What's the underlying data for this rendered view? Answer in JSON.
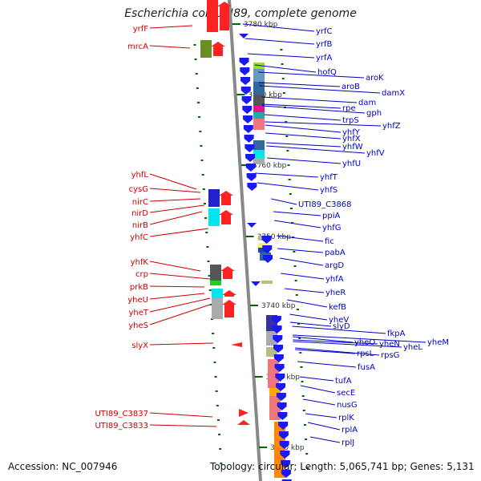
{
  "title": "Escherichia coli UTI89, complete genome",
  "footer": {
    "accession": "Accession: NC_007946",
    "summary": "Topology: circular; Length: 5,065,741 bp; Genes: 5,131"
  },
  "colors": {
    "left_label": "#cc0000",
    "right_label": "#0000cc",
    "tick": "#006600",
    "backbone": "#888888"
  },
  "scale_labels": [
    "3780 kbp",
    "3770 kbp",
    "3760 kbp",
    "3750 kbp",
    "3740 kbp",
    "3730 kbp",
    "3720 kbp"
  ],
  "left_genes": [
    "yrfF",
    "mrcA",
    "yhfL",
    "cysG",
    "nirC",
    "nirD",
    "nirB",
    "yhfC",
    "yhfK",
    "crp",
    "prkB",
    "yheU",
    "yheT",
    "yheS",
    "slyX",
    "UTI89_C3837",
    "UTI89_C3833"
  ],
  "right_genes": [
    "yrfC",
    "yrfB",
    "yrfA",
    "hofQ",
    "aroK",
    "aroB",
    "damX",
    "dam",
    "rpe",
    "gph",
    "trpS",
    "yhfZ",
    "yhfY",
    "yhfX",
    "yhfW",
    "yhfV",
    "yhfU",
    "yhfT",
    "yhfS",
    "UTI89_C3868",
    "ppiA",
    "yhfG",
    "fic",
    "pabA",
    "argD",
    "yhfA",
    "yheR",
    "kefB",
    "yheV",
    "slyD",
    "fkpA",
    "yheO",
    "yheN",
    "yheM",
    "yheL",
    "rpsL",
    "rpsG",
    "fusA",
    "tufA",
    "secE",
    "nusG",
    "rplK",
    "rplA",
    "rplJ"
  ]
}
